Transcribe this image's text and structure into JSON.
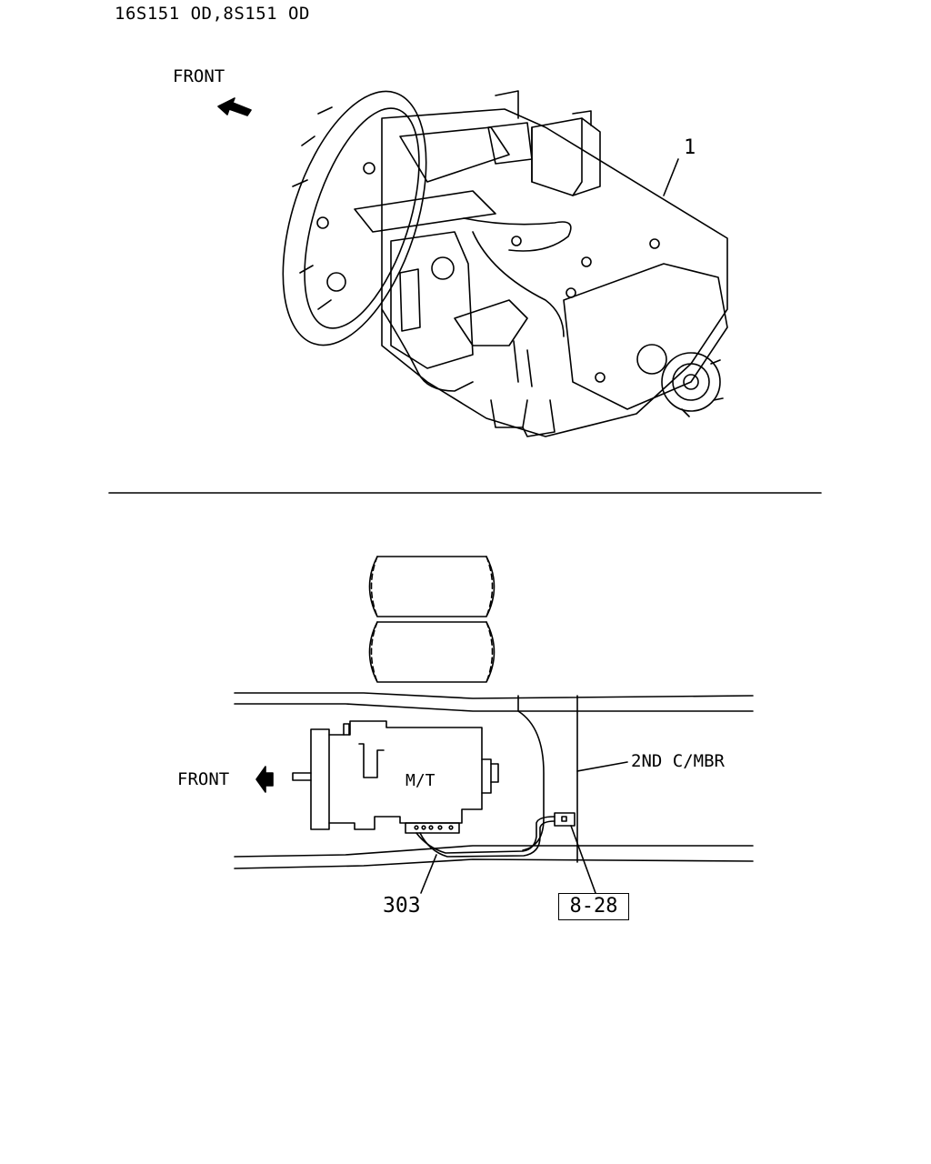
{
  "header": {
    "model_codes": "16S151 OD,8S151 OD"
  },
  "top_view": {
    "front_label": "FRONT",
    "callout_number": "1"
  },
  "bottom_view": {
    "front_label": "FRONT",
    "transmission_label": "M/T",
    "crossmember_label": "2ND C/MBR",
    "part_number": "303",
    "reference": "8-28"
  }
}
